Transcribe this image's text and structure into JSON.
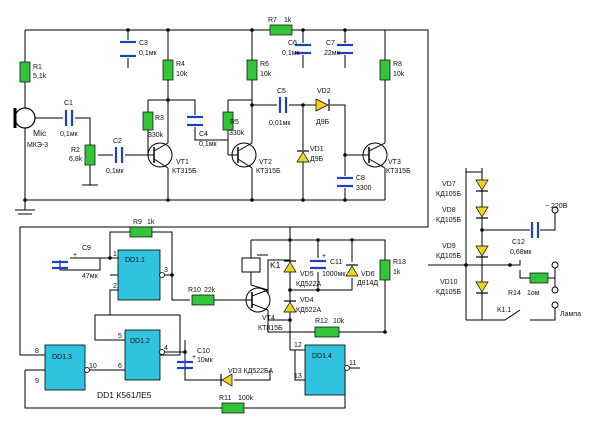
{
  "labels": {
    "r1": "R1",
    "r1v": "5,1k",
    "r2": "R2",
    "r2v": "6,8k",
    "r3": "R3",
    "r3v": "330k",
    "r4": "R4",
    "r4v": "10k",
    "r5": "R5",
    "r5v": "330k",
    "r6": "R6",
    "r6v": "10k",
    "r7": "R7",
    "r7v": "1k",
    "r8": "R8",
    "r8v": "10k",
    "r9": "R9",
    "r9v": "1k",
    "r10": "R10",
    "r10v": "22k",
    "r11": "R11",
    "r11v": "100k",
    "r12": "R12",
    "r12v": "10k",
    "r13": "R13",
    "r13v": "1k",
    "r14": "R14",
    "r14v": "1ом",
    "c1": "C1",
    "c1v": "0,1мк",
    "c2": "C2",
    "c2v": "0,1мк",
    "c3": "C3",
    "c3v": "0,1мк",
    "c4": "C4",
    "c4v": "0,1мк",
    "c5": "C5",
    "c5v": "0,01мк",
    "c6": "C6",
    "c6v": "0,1мк",
    "c7": "C7",
    "c7v": "22мк",
    "c8": "C8",
    "c8v": "3300",
    "c9": "C9",
    "c9v": "47мк",
    "c10": "C10",
    "c10v": "10мк",
    "c11": "C11",
    "c11v": "1000мк",
    "c12": "C12",
    "c12v": "0,68мк",
    "vt1": "VT1",
    "vt1t": "КТ315Б",
    "vt2": "VT2",
    "vt2t": "КТ315Б",
    "vt3": "VT3",
    "vt3t": "КТ315Б",
    "vt4": "VT4",
    "vt4t": "КТ815Б",
    "vd1": "VD1",
    "vd1t": "Д9Б",
    "vd2": "VD2",
    "vd2t": "Д9Б",
    "vd3": "VD3 КД522БА",
    "vd4": "VD4",
    "vd4t": "КД522А",
    "vd5": "VD5",
    "vd5t": "КД522А",
    "vd6": "VD6",
    "vd6t": "Д814Д",
    "vd7": "VD7",
    "vd7t": "КД105Б",
    "vd8": "VD8",
    "vd8t": "КД105Б",
    "vd9": "VD9",
    "vd9t": "КД105Б",
    "vd10": "VD10",
    "vd10t": "КД105Б",
    "mic": "Mic",
    "mict": "МКЭ-3",
    "k1": "K1",
    "k11": "K1.1",
    "dd11": "DD1.1",
    "dd12": "DD1.2",
    "dd13": "DD1.3",
    "dd14": "DD1.4",
    "ddname": "DD1  К561ЛЕ5",
    "mains": "~ 220В",
    "lamp": "Лампа",
    "plus": "+",
    "pins": {
      "p1": "1",
      "p2": "2",
      "p3": "3",
      "p4": "4",
      "p5": "5",
      "p6": "6",
      "p8": "8",
      "p9": "9",
      "p10": "10",
      "p11": "11",
      "p12": "12",
      "p13": "13"
    }
  },
  "colors": {
    "resistor": "#34c43a",
    "capacitor": "#1f3fc4",
    "diode": "#f2d21a",
    "logic_gate": "#2fc3e0",
    "wire": "#000000"
  }
}
